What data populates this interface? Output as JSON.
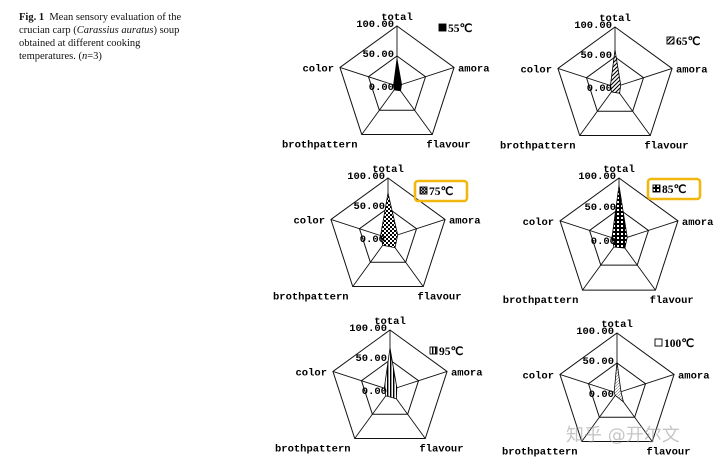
{
  "caption": {
    "label": "Fig. 1",
    "text_a": "Mean sensory evaluation of the crucian carp (",
    "species": "Carassius auratus",
    "text_b": ") soup obtained at different cooking temperatures. (",
    "n_italic": "n",
    "text_c": "=3)"
  },
  "watermark": "知乎 @开尔文",
  "colors": {
    "highlight": "#f2b70f",
    "ink": "#000000",
    "grid": "#111111"
  },
  "chart_data": [
    {
      "type": "radar",
      "legend": "55℃",
      "legend_swatch": "solid",
      "fill": "solid",
      "highlighted": false,
      "axes": [
        "total",
        "amora",
        "flavour",
        "brothpattern",
        "color"
      ],
      "values": [
        45,
        8,
        10,
        8,
        6
      ],
      "ticks": [
        "100.00",
        "50.00",
        "0.00"
      ],
      "rlim": [
        0,
        100
      ]
    },
    {
      "type": "radar",
      "legend": "65℃",
      "legend_swatch": "diagonal",
      "fill": "diagonal",
      "highlighted": false,
      "axes": [
        "total",
        "amora",
        "flavour",
        "brothpattern",
        "color"
      ],
      "values": [
        62,
        10,
        13,
        10,
        8
      ],
      "ticks": [
        "100.00",
        "50.00",
        "0.00"
      ],
      "rlim": [
        0,
        100
      ]
    },
    {
      "type": "radar",
      "legend": "75℃",
      "legend_swatch": "cross",
      "fill": "checker",
      "highlighted": true,
      "axes": [
        "total",
        "amora",
        "flavour",
        "brothpattern",
        "color"
      ],
      "values": [
        75,
        17,
        20,
        15,
        13
      ],
      "ticks": [
        "100.00",
        "50.00",
        "0.00"
      ],
      "rlim": [
        0,
        100
      ]
    },
    {
      "type": "radar",
      "legend": "85℃",
      "legend_swatch": "grid",
      "fill": "grid",
      "highlighted": true,
      "axes": [
        "total",
        "amora",
        "flavour",
        "brothpattern",
        "color"
      ],
      "values": [
        88,
        14,
        16,
        14,
        12
      ],
      "ticks": [
        "100.00",
        "50.00",
        "0.00"
      ],
      "rlim": [
        0,
        100
      ]
    },
    {
      "type": "radar",
      "legend": "95℃",
      "legend_swatch": "vertical",
      "fill": "vertical",
      "highlighted": false,
      "axes": [
        "total",
        "amora",
        "flavour",
        "brothpattern",
        "color"
      ],
      "values": [
        70,
        12,
        18,
        12,
        10
      ],
      "ticks": [
        "100.00",
        "50.00",
        "0.00"
      ],
      "rlim": [
        0,
        100
      ]
    },
    {
      "type": "radar",
      "legend": "100℃",
      "legend_swatch": "empty",
      "fill": "dotted",
      "highlighted": false,
      "axes": [
        "total",
        "amora",
        "flavour",
        "brothpattern",
        "color"
      ],
      "values": [
        52,
        7,
        18,
        5,
        5
      ],
      "ticks": [
        "100.00",
        "50.00",
        "0.00"
      ],
      "rlim": [
        0,
        100
      ]
    }
  ]
}
